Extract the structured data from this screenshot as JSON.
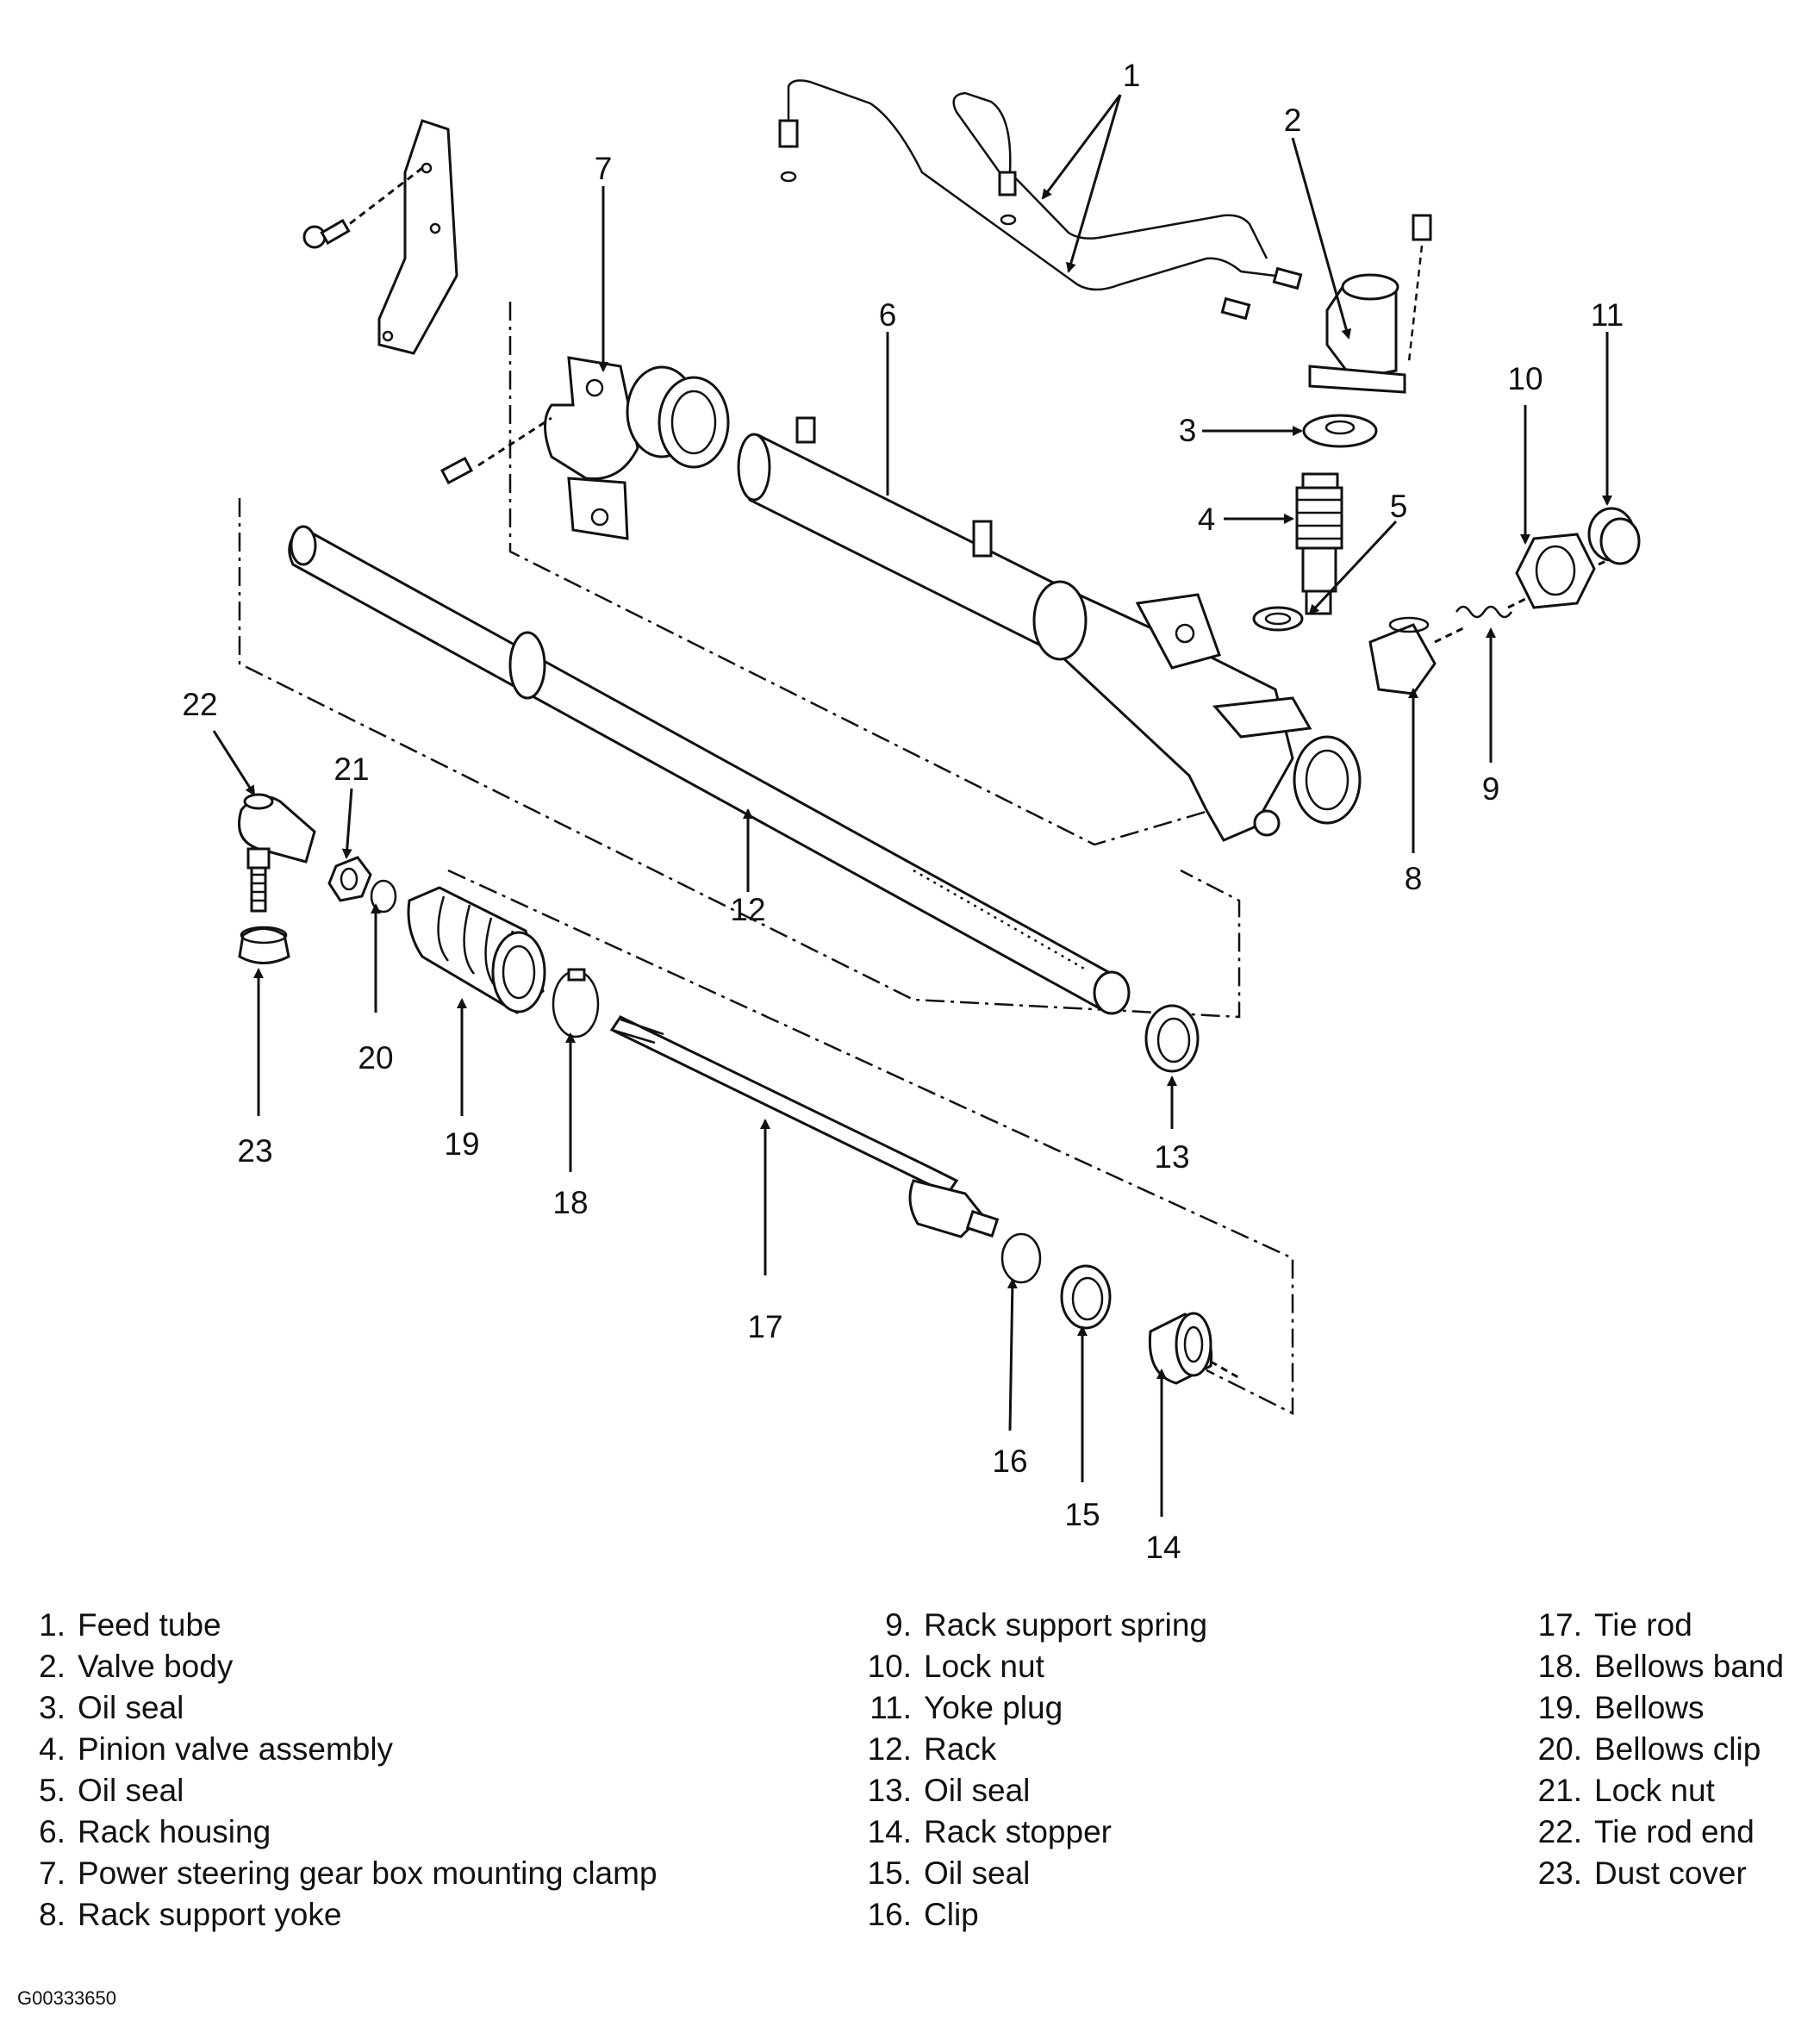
{
  "diagram": {
    "callouts": [
      "1",
      "2",
      "3",
      "4",
      "5",
      "6",
      "7",
      "8",
      "9",
      "10",
      "11",
      "12",
      "13",
      "14",
      "15",
      "16",
      "17",
      "18",
      "19",
      "20",
      "21",
      "22",
      "23"
    ]
  },
  "legend": {
    "col1": [
      {
        "num": "1.",
        "label": "Feed tube"
      },
      {
        "num": "2.",
        "label": "Valve body"
      },
      {
        "num": "3.",
        "label": "Oil seal"
      },
      {
        "num": "4.",
        "label": "Pinion valve assembly"
      },
      {
        "num": "5.",
        "label": "Oil seal"
      },
      {
        "num": "6.",
        "label": "Rack housing"
      },
      {
        "num": "7.",
        "label": "Power steering gear box mounting clamp"
      },
      {
        "num": "8.",
        "label": "Rack support yoke"
      }
    ],
    "col2": [
      {
        "num": "9.",
        "label": "Rack support spring"
      },
      {
        "num": "10.",
        "label": "Lock nut"
      },
      {
        "num": "11.",
        "label": "Yoke plug"
      },
      {
        "num": "12.",
        "label": "Rack"
      },
      {
        "num": "13.",
        "label": "Oil seal"
      },
      {
        "num": "14.",
        "label": "Rack stopper"
      },
      {
        "num": "15.",
        "label": "Oil seal"
      },
      {
        "num": "16.",
        "label": "Clip"
      }
    ],
    "col3": [
      {
        "num": "17.",
        "label": "Tie rod"
      },
      {
        "num": "18.",
        "label": "Bellows band"
      },
      {
        "num": "19.",
        "label": "Bellows"
      },
      {
        "num": "20.",
        "label": "Bellows clip"
      },
      {
        "num": "21.",
        "label": "Lock nut"
      },
      {
        "num": "22.",
        "label": "Tie rod end"
      },
      {
        "num": "23.",
        "label": "Dust cover"
      }
    ]
  },
  "figure_id": "G00333650"
}
